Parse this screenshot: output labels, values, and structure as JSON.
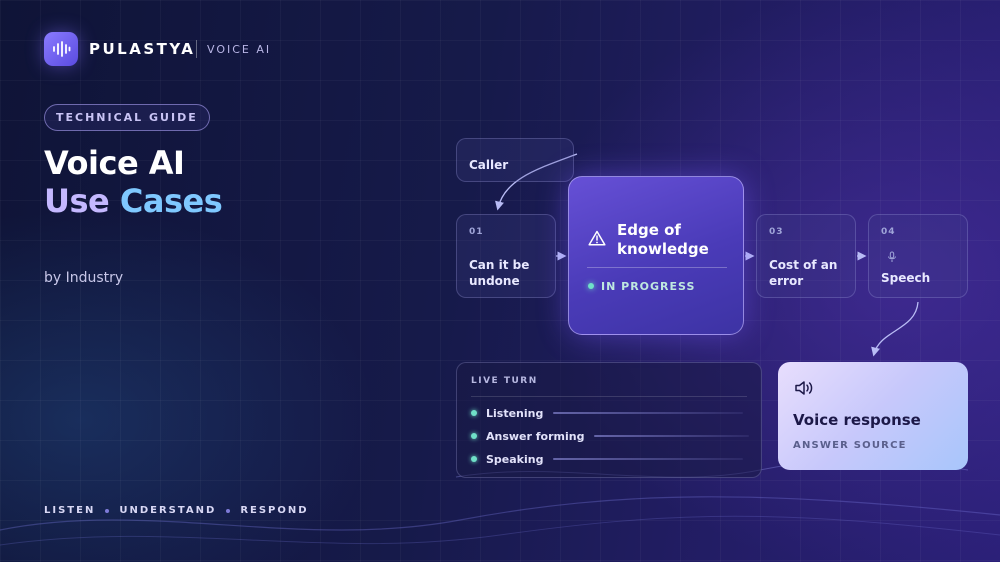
{
  "brand": {
    "name": "PULASTYA",
    "tagline": "VOICE AI",
    "logo_icon": "sound-wave-icon"
  },
  "tag_pill": "TECHNICAL GUIDE",
  "title": {
    "line1": "Voice AI",
    "line2_part1": "Use ",
    "line2_part2": "Cases"
  },
  "subtitle": "by Industry",
  "footer": {
    "items": [
      "LISTEN",
      "UNDERSTAND",
      "RESPOND"
    ]
  },
  "diagram": {
    "caller": {
      "label": "Caller"
    },
    "step1": {
      "num": "01",
      "label_line1": "Can it be",
      "label_line2": "undone"
    },
    "center": {
      "title_line1": "Edge of",
      "title_line2": "knowledge",
      "status": "IN PROGRESS",
      "icon": "warning-triangle-icon"
    },
    "step3": {
      "num": "03",
      "label_line1": "Cost of an",
      "label_line2": "error"
    },
    "step4": {
      "num": "04",
      "label": "Speech",
      "icon": "microphone-icon"
    },
    "live_turn": {
      "header": "LIVE TURN",
      "rows": [
        "Listening",
        "Answer forming",
        "Speaking"
      ]
    },
    "voice_response": {
      "title": "Voice response",
      "subtitle": "ANSWER SOURCE",
      "icon": "speaker-icon"
    }
  },
  "colors": {
    "accent_purple": "#6650d6",
    "accent_teal": "#6fe0c8",
    "title_lavender": "#c4b8ff",
    "title_blue": "#7fc8ff"
  }
}
